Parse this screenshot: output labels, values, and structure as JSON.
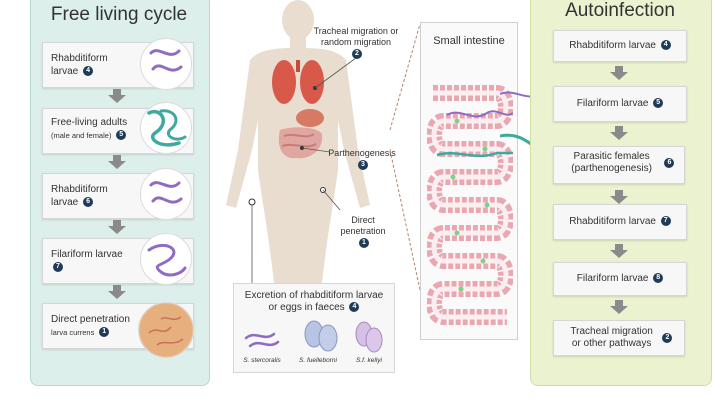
{
  "left": {
    "title": "Free living cycle",
    "items": [
      {
        "label": "Rhabditiform larvae",
        "num": "4",
        "sub": ""
      },
      {
        "label": "Free-living adults",
        "num": "5",
        "sub": "(male and female)"
      },
      {
        "label": "Rhabditiform larvae",
        "num": "6",
        "sub": ""
      },
      {
        "label": "Filariform larvae",
        "num": "7",
        "sub": ""
      },
      {
        "label": "Direct penetration",
        "num": "1",
        "sub": "larva currens"
      }
    ]
  },
  "center": {
    "tracheal": {
      "label": "Tracheal migration or random migration",
      "num": "2"
    },
    "parthenogenesis": {
      "label": "Parthenogenesis",
      "num": "3"
    },
    "direct": {
      "label": "Direct penetration",
      "num": "1"
    },
    "excretion": {
      "label": "Excretion of rhabditiform larvae or eggs in faeces",
      "num": "4"
    },
    "species": [
      "S. stercoralis",
      "S. fuelleborni",
      "S.f. kellyi"
    ],
    "intestine": "Small intestine"
  },
  "right": {
    "title": "Autoinfection",
    "items": [
      {
        "label": "Rhabditiform larvae",
        "num": "4"
      },
      {
        "label": "Filariform larvae",
        "num": "5"
      },
      {
        "label": "Parasitic females (parthenogenesis)",
        "num": "6"
      },
      {
        "label": "Rhabditiform larvae",
        "num": "7"
      },
      {
        "label": "Filariform larvae",
        "num": "8"
      },
      {
        "label": "Tracheal migration or other pathways",
        "num": "2"
      }
    ]
  },
  "colors": {
    "left_panel": "#dcefeb",
    "right_panel": "#eaf2cf",
    "badge": "#1f3b57",
    "worm_purple": "#8f6bc2",
    "worm_teal": "#3fa9a0"
  }
}
